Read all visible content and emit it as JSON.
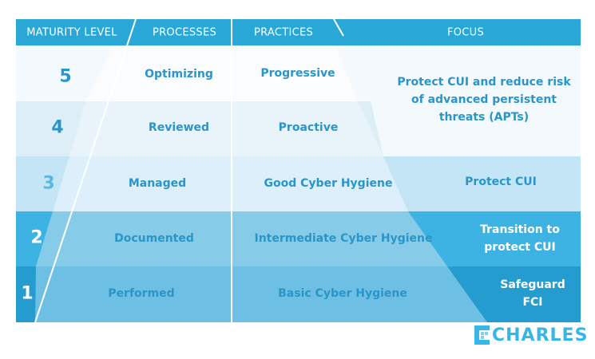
{
  "headers": {
    "maturity": "MATURITY LEVEL",
    "processes": "PROCESSES",
    "practices": "PRACTICES",
    "focus": "FOCUS"
  },
  "levels": [
    {
      "number": "5",
      "process": "Optimizing",
      "practice": "Progressive"
    },
    {
      "number": "4",
      "process": "Reviewed",
      "practice": "Proactive"
    },
    {
      "number": "3",
      "process": "Managed",
      "practice": "Good Cyber Hygiene"
    },
    {
      "number": "2",
      "process": "Documented",
      "practice": "Intermediate Cyber Hygiene"
    },
    {
      "number": "1",
      "process": "Performed",
      "practice": "Basic Cyber Hygiene"
    }
  ],
  "focus": {
    "levels_4_5": "Protect CUI and reduce risk of advanced persistent threats (APTs)",
    "level_3": "Protect CUI",
    "level_2": "Transition to protect CUI",
    "level_1": "Safeguard FCI"
  },
  "logo": "CHARLES",
  "colors": {
    "header": "#29a8d8",
    "row5": "#f4f9fd",
    "row4": "#deeef7",
    "row3": "#c4e5f5",
    "row2": "#3db3e3",
    "row1": "#259ccf",
    "pyramid5": "#fafcfe",
    "pyramid4": "#e8f3fa",
    "pyramid3": "#ddeffa",
    "pyramid2": "#86cce9",
    "pyramid1": "#6dc0e3",
    "text_dark": "#2a95c8",
    "text_light": "#ffffff"
  }
}
